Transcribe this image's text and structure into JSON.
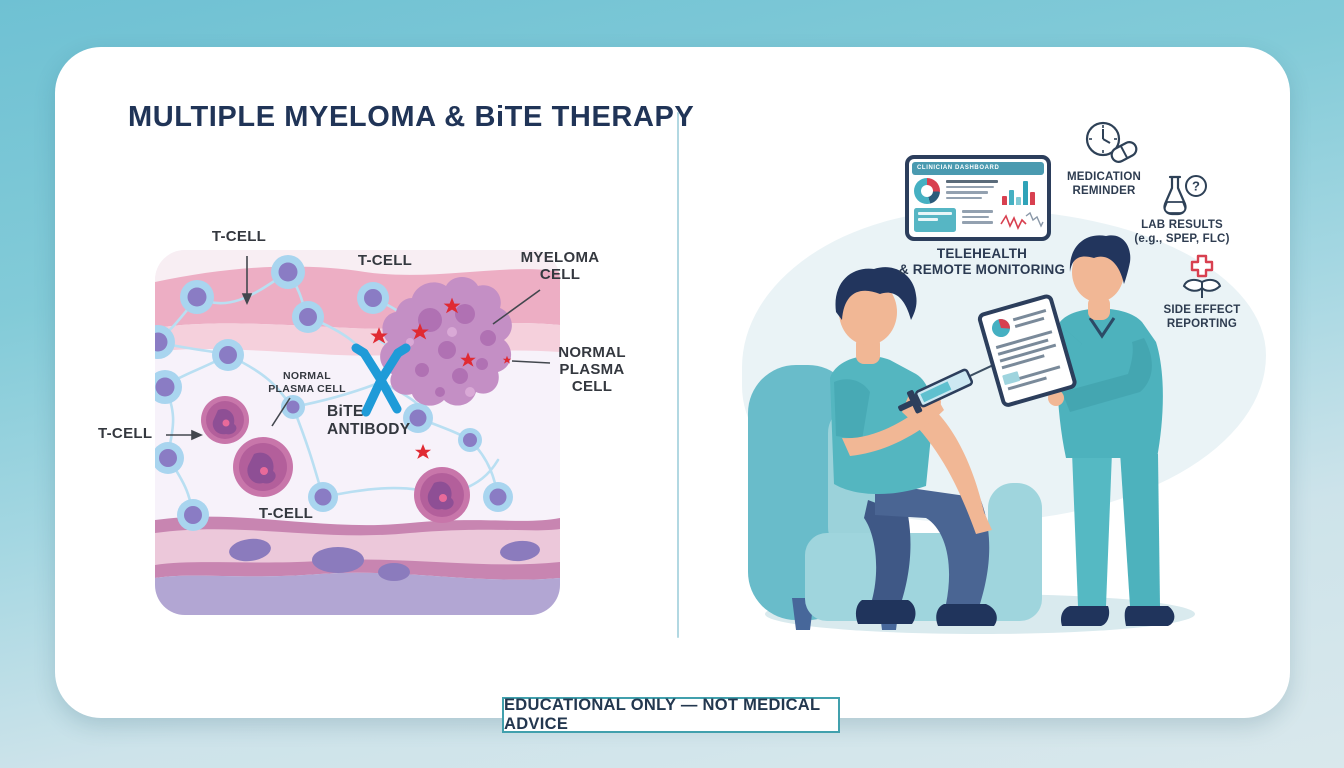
{
  "title": "MULTIPLE MYELOMA & BiTE THERAPY",
  "left_panel": {
    "labels": {
      "t_cell_top": "T-CELL",
      "t_cell_upper": "T-CELL",
      "t_cell_left": "T-CELL",
      "t_cell_bottom": "T-CELL",
      "myeloma_line1": "MYELOMA",
      "myeloma_line2": "CELL",
      "plasma_right_line1": "NORMAL",
      "plasma_right_line2": "PLASMA CELL",
      "plasma_inner_line1": "NORMAL",
      "plasma_inner_line2": "PLASMA CELL",
      "bite_line1": "BiTE",
      "bite_line2": "ANTIBODY"
    }
  },
  "right_panel": {
    "dashboard_title": "CLINICIAN DASHBOARD",
    "telehealth_line1": "TELEHEALTH",
    "telehealth_line2": "& REMOTE MONITORING",
    "features": [
      {
        "icon": "clock-pill-icon",
        "line1": "MEDICATION",
        "line2": "REMINDER"
      },
      {
        "icon": "lab-flask-icon",
        "line1": "LAB RESULTS",
        "line2": "(e.g., SPEP, FLC)"
      },
      {
        "icon": "side-effect-icon",
        "line1": "SIDE EFFECT",
        "line2": "REPORTING"
      }
    ]
  },
  "footer": {
    "disclaimer": "EDUCATIONAL ONLY — NOT MEDICAL ADVICE"
  },
  "colors": {
    "accent_teal": "#4a9ab0",
    "navy": "#21375c",
    "alert_red": "#d84050",
    "cell_blue": "#a9d5ef",
    "cell_purple": "#8a7cc4",
    "pink_band": "#edaec4"
  }
}
